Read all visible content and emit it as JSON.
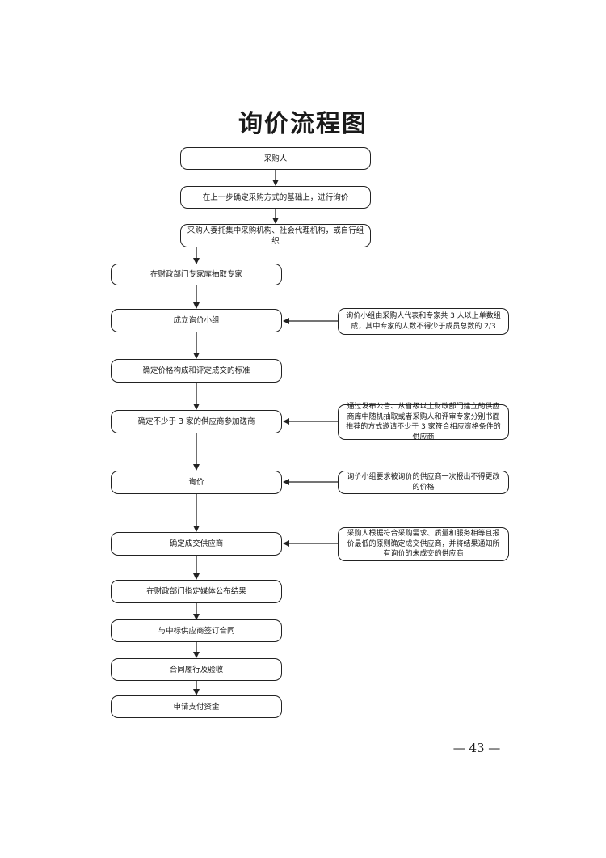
{
  "title": "询价流程图",
  "steps": [
    "采购人",
    "在上一步确定采购方式的基础上，进行询价",
    "采购人委托集中采购机构、社会代理机构，或自行组织",
    "在财政部门专家库抽取专家",
    "成立询价小组",
    "确定价格构成和评定成交的标准",
    "确定不少于 3 家的供应商参加磋商",
    "询价",
    "确定成交供应商",
    "在财政部门指定媒体公布结果",
    "与中标供应商签订合同",
    "合同履行及验收",
    "申请支付资金"
  ],
  "notes": [
    "询价小组由采购人代表和专家共 3 人以上单数组成，其中专家的人数不得少于成员总数的 2/3",
    "通过发布公告、从省级以上财政部门建立的供应商库中随机抽取或者采购人和评审专家分别书面推荐的方式邀请不少于 3 家符合相应资格条件的供应商",
    "询价小组要求被询价的供应商一次报出不得更改的价格",
    "采购人根据符合采购需求、质量和服务相等且报价最低的原则确定成交供应商，并将结果通知所有询价的未成交的供应商"
  ],
  "page_number": "— 43 —"
}
